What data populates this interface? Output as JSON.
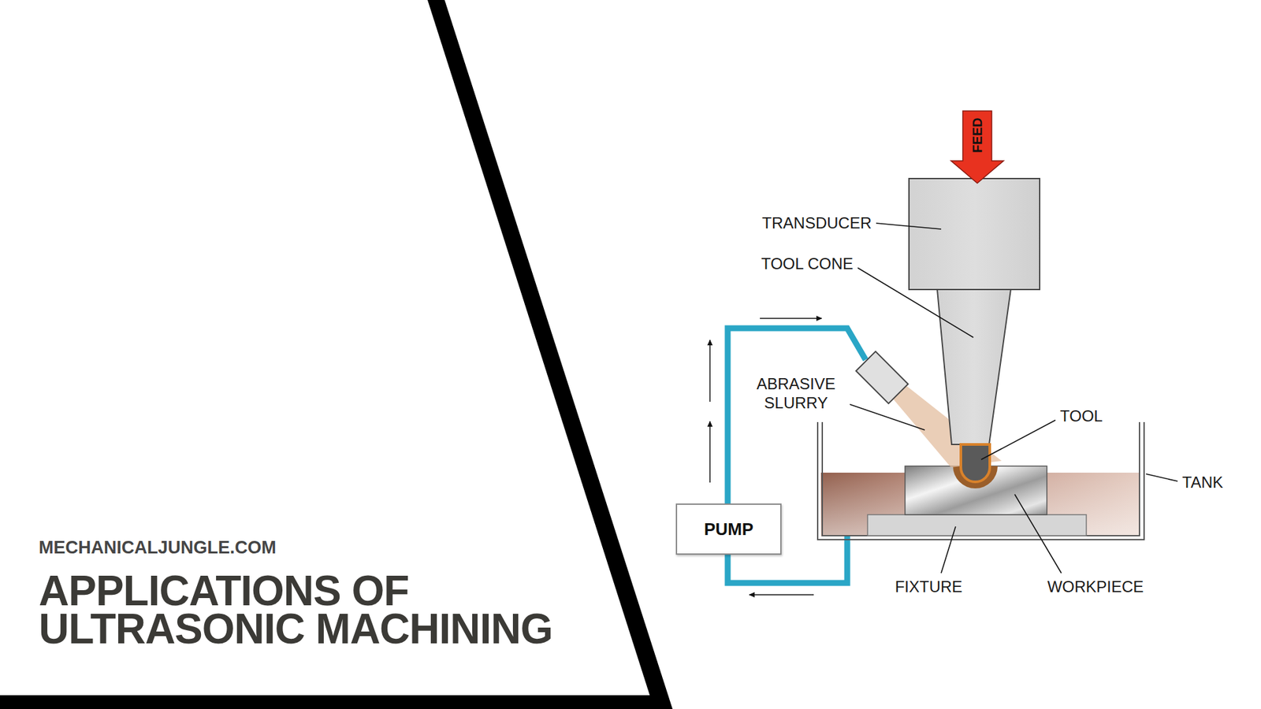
{
  "diagram": {
    "title": "APPLICATIONS OF ULTRASONIC MACHINING",
    "nodes": [
      {
        "text": [
          "PUMP"
        ]
      }
    ],
    "labels": [
      "MECHANICALJUNGLE.COM",
      "FEED",
      "TRANSDUCER",
      "TOOL CONE",
      "ABRASIVE SLURRY",
      "TOOL",
      "TANK",
      "FIXTURE",
      "WORKPIECE"
    ]
  }
}
